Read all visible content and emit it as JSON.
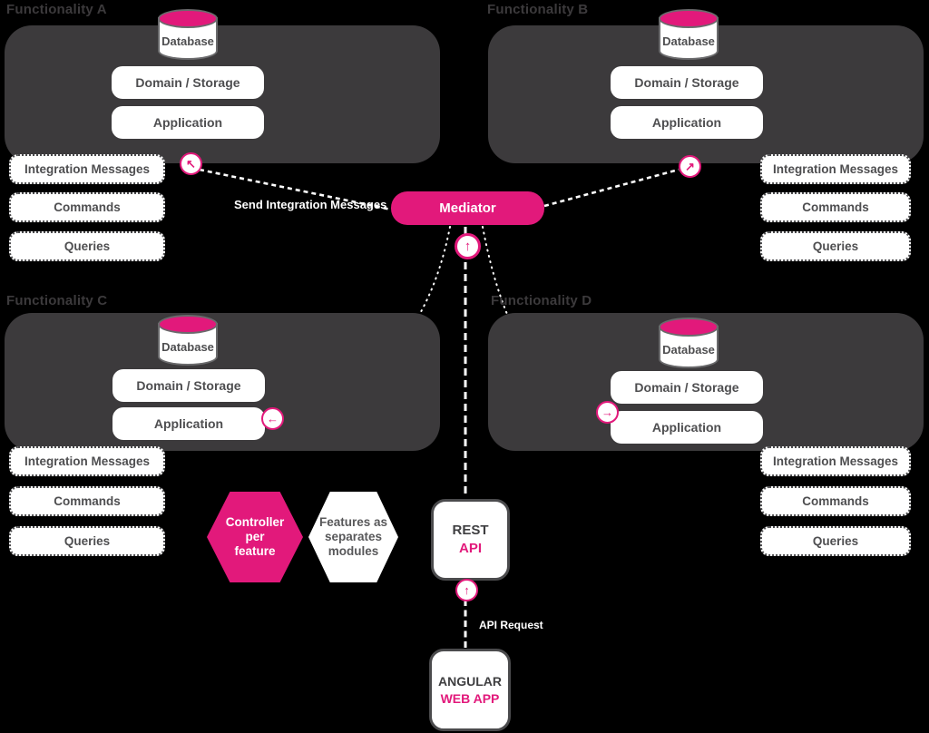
{
  "colors": {
    "pink": "#E2197B",
    "dark_box": "#3C3A3C",
    "background": "#000000",
    "box_text": "#4E4E50",
    "white": "#FFFFFF"
  },
  "modules": [
    {
      "label": "Functionality A",
      "database": "Database",
      "layers": [
        "Domain / Storage",
        "Application"
      ],
      "messages": [
        "Integration Messages",
        "Commands",
        "Queries"
      ]
    },
    {
      "label": "Functionality B",
      "database": "Database",
      "layers": [
        "Domain / Storage",
        "Application"
      ],
      "messages": [
        "Integration Messages",
        "Commands",
        "Queries"
      ]
    },
    {
      "label": "Functionality C",
      "database": "Database",
      "layers": [
        "Domain / Storage",
        "Application"
      ],
      "messages": [
        "Integration Messages",
        "Commands",
        "Queries"
      ]
    },
    {
      "label": "Functionality D",
      "database": "Database",
      "layers": [
        "Domain / Storage",
        "Application"
      ],
      "messages": [
        "Integration Messages",
        "Commands",
        "Queries"
      ]
    }
  ],
  "mediator": {
    "label": "Mediator"
  },
  "connections": {
    "send_integration_messages": "Send Integration Messages",
    "api_request": "API Request"
  },
  "hexagons": [
    {
      "name": "controller-per-feature",
      "lines": [
        "Controller",
        "per",
        "feature"
      ],
      "fill": "pink"
    },
    {
      "name": "features-as-separates-modules",
      "lines": [
        "Features as",
        "separates",
        "modules"
      ],
      "fill": "white"
    }
  ],
  "rest_api": {
    "line1": "REST",
    "line2": "API"
  },
  "web_app": {
    "line1": "ANGULAR",
    "line2": "WEB APP"
  },
  "icons": {
    "arrow_up": "↑",
    "arrow_left": "←",
    "arrow_right": "→",
    "arrow_up_left": "↖",
    "arrow_up_right": "↗"
  }
}
